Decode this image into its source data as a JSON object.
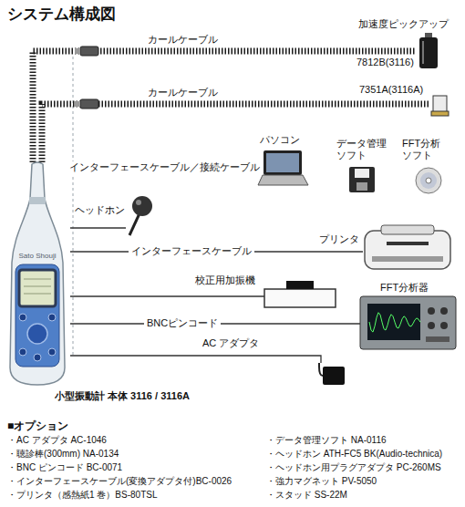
{
  "diagram": {
    "title": "システム構成図",
    "nodes": [
      {
        "text": [
          "Sato Shouji",
          "小型振動計 本体 3116 / 3116A"
        ]
      },
      {
        "text": [
          "加速度ピックアップ",
          "7812B(3116)"
        ]
      },
      {
        "text": [
          "7351A(3116A)"
        ]
      },
      {
        "text": [
          "パソコン"
        ]
      },
      {
        "text": [
          "データ管理ソフト"
        ]
      },
      {
        "text": [
          "FFT分析ソフト"
        ]
      },
      {
        "text": [
          "ヘッドホン"
        ]
      },
      {
        "text": [
          "プリンタ"
        ]
      },
      {
        "text": [
          "校正用加振機"
        ]
      },
      {
        "text": [
          "FFT分析器"
        ]
      },
      {
        "text": [
          "AC アダプタ"
        ]
      }
    ],
    "edges": [
      {
        "from": 0,
        "to": 1,
        "label": "カールケーブル",
        "arrow": "none"
      },
      {
        "from": 0,
        "to": 2,
        "label": "カールケーブル",
        "arrow": "none"
      },
      {
        "from": 0,
        "to": 3,
        "label": "インターフェースケーブル／接続ケーブル",
        "arrow": "none"
      },
      {
        "from": 0,
        "to": 6,
        "arrow": "none"
      },
      {
        "from": 0,
        "to": 7,
        "label": "インターフェースケーブル",
        "arrow": "none"
      },
      {
        "from": 0,
        "to": 8,
        "arrow": "none"
      },
      {
        "from": 0,
        "to": 9,
        "label": "BNCピンコード",
        "arrow": "none"
      },
      {
        "from": 0,
        "to": 10,
        "arrow": "none"
      }
    ],
    "labels": [
      "■オプション",
      "・AC アダプタ AC-1046",
      "・聴診棒(300mm) NA-0134",
      "・BNC ピンコード BC-0071",
      "・インターフェースケーブル(変換アダプタ付)BC-0026",
      "・プリンタ（感熱紙1 巻）BS-80TSL",
      "・データ管理ソフト NA-0116",
      "・ヘッドホン ATH-FC5 BK(Audio-technica)",
      "・ヘッドホン用プラグアダプタ PC-260MS",
      "・強力マグネット PV-5050",
      "・スタッド SS-22M"
    ]
  }
}
